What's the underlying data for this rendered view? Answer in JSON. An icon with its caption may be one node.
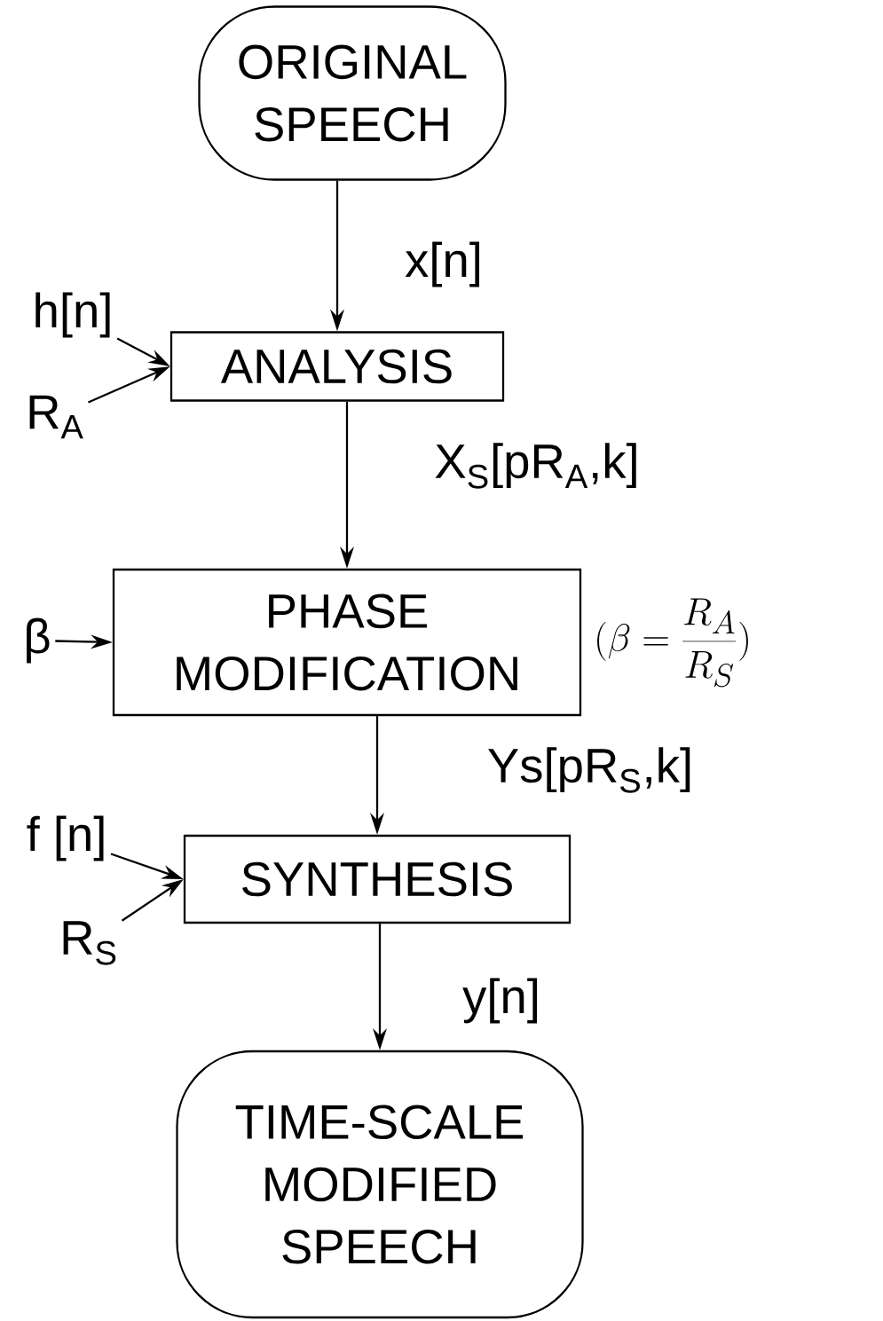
{
  "diagram": {
    "nodes": [
      {
        "text": [
          "ORIGINAL SPEECH"
        ]
      },
      {
        "text": [
          "ANALYSIS"
        ]
      },
      {
        "text": [
          "PHASE MODIFICATION"
        ],
        "beside": [
          "(\\beta = \\frac{R_A}{R_S})"
        ]
      },
      {
        "text": [
          "SYNTHESIS"
        ]
      },
      {
        "text": [
          "TIME-SCALE MODIFIED SPEECH"
        ]
      },
      {
        "text": [
          "h[n]"
        ]
      },
      {
        "text": [
          "R$_{A}$"
        ]
      },
      {
        "text": [
          "β"
        ]
      },
      {
        "text": [
          "f [n]"
        ]
      },
      {
        "text": [
          "R$_{S}$"
        ]
      }
    ],
    "edges": [
      {
        "from": 0,
        "to": 1,
        "arrow": "to",
        "label": "x[n]"
      },
      {
        "from": 1,
        "to": 2,
        "arrow": "to",
        "label": "X$_{S}$[pR$_{A}$,k]"
      },
      {
        "from": 2,
        "to": 3,
        "arrow": "to",
        "label": "Ys[pR$_{S}$,k]"
      },
      {
        "from": 3,
        "to": 4,
        "arrow": "to",
        "label": "y[n]"
      },
      {
        "from": 5,
        "to": 1,
        "arrow": "to"
      },
      {
        "from": 6,
        "to": 1,
        "arrow": "to"
      },
      {
        "from": 7,
        "to": 2,
        "arrow": "to"
      },
      {
        "from": 8,
        "to": 3,
        "arrow": "to"
      },
      {
        "from": 9,
        "to": 3,
        "arrow": "to"
      }
    ]
  }
}
